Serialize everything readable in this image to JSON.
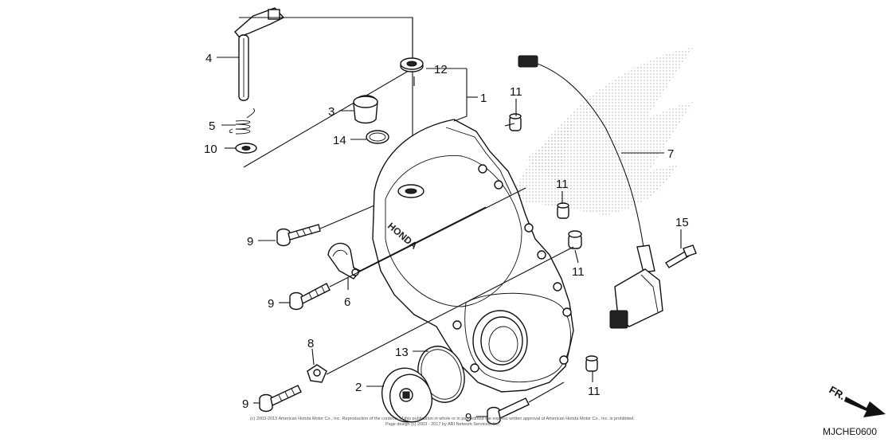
{
  "diagram_code": "MJCHE0600",
  "direction_label": "FR.",
  "copyright_line1": "(c) 2003-2013 American Honda Motor Co., Inc. Reproduction of the contents of this publication in whole or in part without the express written approval of American Honda Motor Co., Inc. is prohibited.",
  "copyright_line2": "Page design (c) 2003 - 2017 by ARI Network Services, Inc.",
  "cover_brand": "HONDA",
  "callouts": {
    "c1": "1",
    "c2": "2",
    "c3": "3",
    "c4": "4",
    "c5": "5",
    "c6": "6",
    "c7": "7",
    "c8": "8",
    "c9a": "9",
    "c9b": "9",
    "c9c": "9",
    "c9d": "9",
    "c10": "10",
    "c11a": "11",
    "c11b": "11",
    "c11c": "11",
    "c11d": "11",
    "c12": "12",
    "c13": "13",
    "c14": "14",
    "c15": "15"
  }
}
